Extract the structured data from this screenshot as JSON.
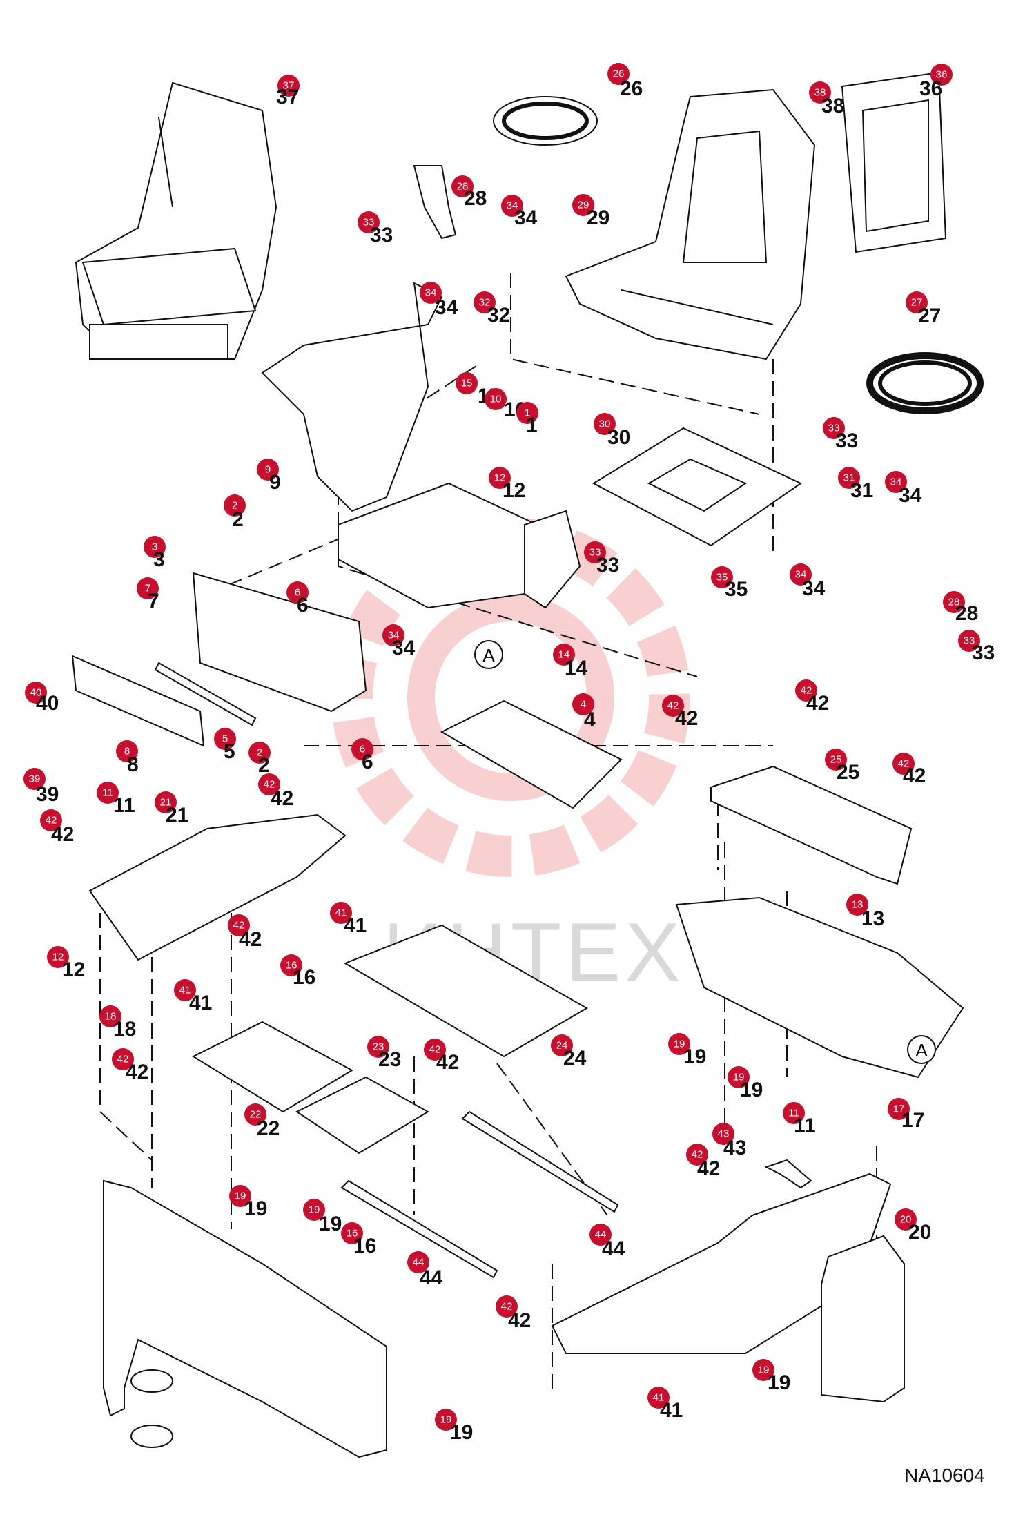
{
  "drawing_code": "NA10604",
  "watermark": {
    "text": "ИНТЕХ",
    "color": "#e03030"
  },
  "callout_color": "#c8102e",
  "reference_markers": [
    "A",
    "A"
  ],
  "callouts": {
    "1": "1",
    "2": "2",
    "3": "3",
    "4": "4",
    "5": "5",
    "6": "6",
    "7": "7",
    "8": "8",
    "9": "9",
    "10": "10",
    "11": "11",
    "12": "12",
    "13": "13",
    "14": "14",
    "15": "15",
    "16": "16",
    "17": "17",
    "18": "18",
    "19": "19",
    "20": "20",
    "21": "21",
    "22": "22",
    "23": "23",
    "24": "24",
    "25": "25",
    "26": "26",
    "27": "27",
    "28": "28",
    "29": "29",
    "30": "30",
    "31": "31",
    "32": "32",
    "33": "33",
    "34": "34",
    "35": "35",
    "36": "36",
    "37": "37",
    "38": "38",
    "39": "39",
    "40": "40",
    "41": "41",
    "42": "42",
    "43": "43",
    "44": "44"
  }
}
